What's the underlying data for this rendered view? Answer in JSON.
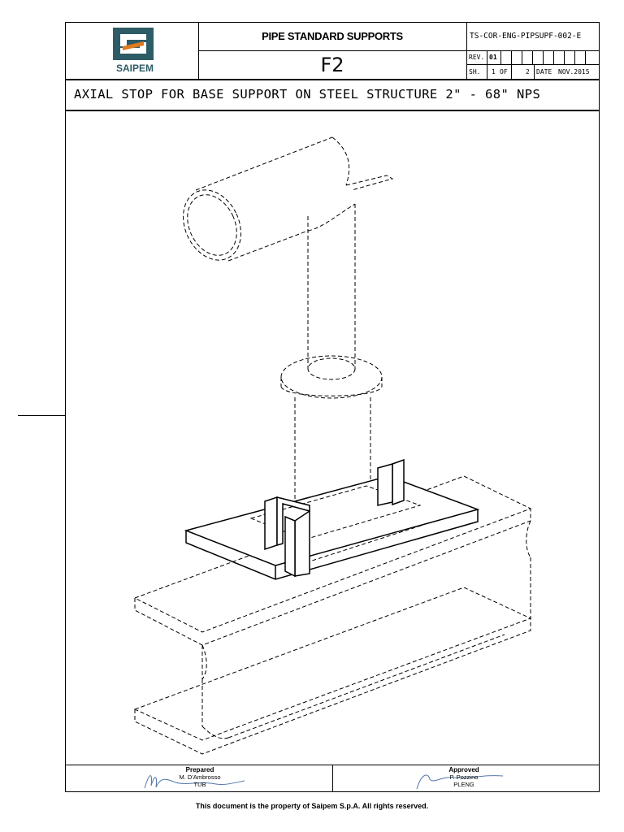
{
  "header": {
    "logo_text": "SAIPEM",
    "title": "PIPE STANDARD SUPPORTS",
    "code": "F2",
    "doc_number": "TS-COR-ENG-PIPSUPF-002-E",
    "rev_label": "REV.",
    "rev_value": "01",
    "sheet_label": "SH.",
    "sheet_value": "1",
    "of_label": "OF",
    "of_value": "2",
    "date_label": "DATE",
    "date_value": "NOV.2015"
  },
  "subtitle": "AXIAL STOP FOR BASE SUPPORT ON STEEL STRUCTURE 2\" - 68\" NPS",
  "footer": {
    "prepared_label": "Prepared",
    "prepared_name": "M. D'Ambrosso",
    "prepared_dept": "TUB",
    "approved_label": "Approved",
    "approved_name": "P. Pozzino",
    "approved_dept": "PLENG"
  },
  "copyright": "This document is the property of Saipem S.p.A. All rights reserved.",
  "colors": {
    "brand_teal": "#2d5c66",
    "brand_orange": "#e07a1f"
  },
  "icons": [
    "saipem-logo-icon"
  ]
}
